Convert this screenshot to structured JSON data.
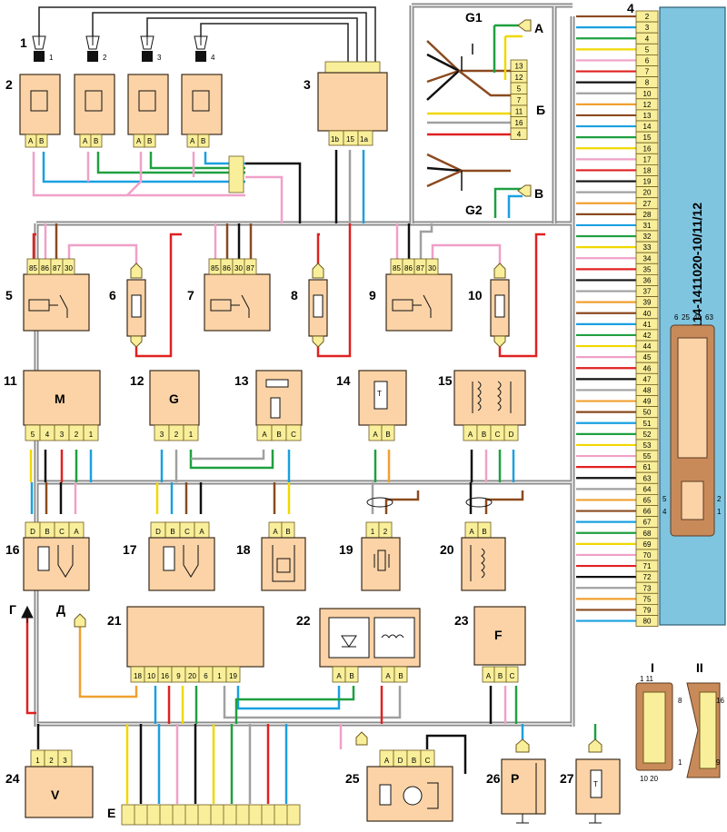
{
  "ecu": {
    "part_number": "21114-1411020-10/11/12",
    "pins": [
      "2",
      "3",
      "4",
      "5",
      "6",
      "7",
      "8",
      "10",
      "12",
      "13",
      "14",
      "15",
      "16",
      "17",
      "18",
      "19",
      "20",
      "27",
      "28",
      "31",
      "32",
      "33",
      "34",
      "35",
      "36",
      "37",
      "39",
      "40",
      "41",
      "42",
      "44",
      "45",
      "46",
      "47",
      "48",
      "49",
      "50",
      "51",
      "52",
      "53",
      "55",
      "61",
      "63",
      "64",
      "65",
      "66",
      "67",
      "68",
      "69",
      "70",
      "71",
      "72",
      "73",
      "75",
      "79",
      "80"
    ],
    "connector_numbers": {
      "tl": "6",
      "t2": "25",
      "t3": "44",
      "t4": "63",
      "l1": "5",
      "l2": "4",
      "r1": "2",
      "r2": "1"
    }
  },
  "labels": {
    "n1": "1",
    "n2": "2",
    "n3": "3",
    "n4": "4",
    "n5": "5",
    "n6": "6",
    "n7": "7",
    "n8": "8",
    "n9": "9",
    "n10": "10",
    "n11": "11",
    "n12": "12",
    "n13": "13",
    "n14": "14",
    "n15": "15",
    "n16": "16",
    "n17": "17",
    "n18": "18",
    "n19": "19",
    "n20": "20",
    "n21": "21",
    "n22": "22",
    "n23": "23",
    "n24": "24",
    "n25": "25",
    "n26": "26",
    "n27": "27",
    "g1": "G1",
    "g2": "G2",
    "a": "А",
    "b": "Б",
    "v": "В",
    "g": "Г",
    "d": "Д",
    "e": "Е",
    "m": "M",
    "gen": "G",
    "f": "F",
    "vv": "V",
    "p": "P",
    "t": "T",
    "i": "I",
    "ii": "II"
  },
  "components": {
    "plug_pins": [
      "1",
      "2",
      "3",
      "4"
    ],
    "ign_pins": [
      "1b",
      "15",
      "1a"
    ],
    "ground_block_pins": [
      "13",
      "12",
      "5",
      "7",
      "11",
      "16",
      "4"
    ],
    "relay_pins": [
      "85",
      "86",
      "87",
      "30"
    ],
    "relay7_pins": [
      "85",
      "86",
      "30",
      "87"
    ],
    "motor_pins": [
      "5",
      "4",
      "3",
      "2",
      "1"
    ],
    "gen_pins": [
      "3",
      "2",
      "1"
    ],
    "abc": [
      "A",
      "B",
      "C"
    ],
    "abcd": [
      "A",
      "B",
      "C",
      "D"
    ],
    "ab": [
      "A",
      "B"
    ],
    "dbca": [
      "D",
      "B",
      "C",
      "A"
    ],
    "n12": [
      "1",
      "2"
    ],
    "diag_pins": [
      "18",
      "10",
      "16",
      "9",
      "20",
      "6",
      "1",
      "19"
    ],
    "v_pins": [
      "1",
      "2",
      "3"
    ],
    "adbc": [
      "A",
      "D",
      "B",
      "C"
    ]
  },
  "connectors": {
    "i_top": "1  11",
    "i_bot": "10 20",
    "ii_8": "8",
    "ii_16": "16",
    "ii_1": "1",
    "ii_9": "9"
  },
  "colors": {
    "harness": "#8a8a8a",
    "component": "#fbd3a6",
    "ecu": "#7fc5e0",
    "pin": "#f9ef9a",
    "red": "#e02020",
    "brown": "#8b4a1f",
    "green": "#1fa040",
    "blue": "#1aa0e0",
    "pink": "#f0a0c8",
    "yellow": "#f0d800",
    "orange": "#f0a030",
    "gray": "#a0a0a0",
    "black": "#111111"
  }
}
